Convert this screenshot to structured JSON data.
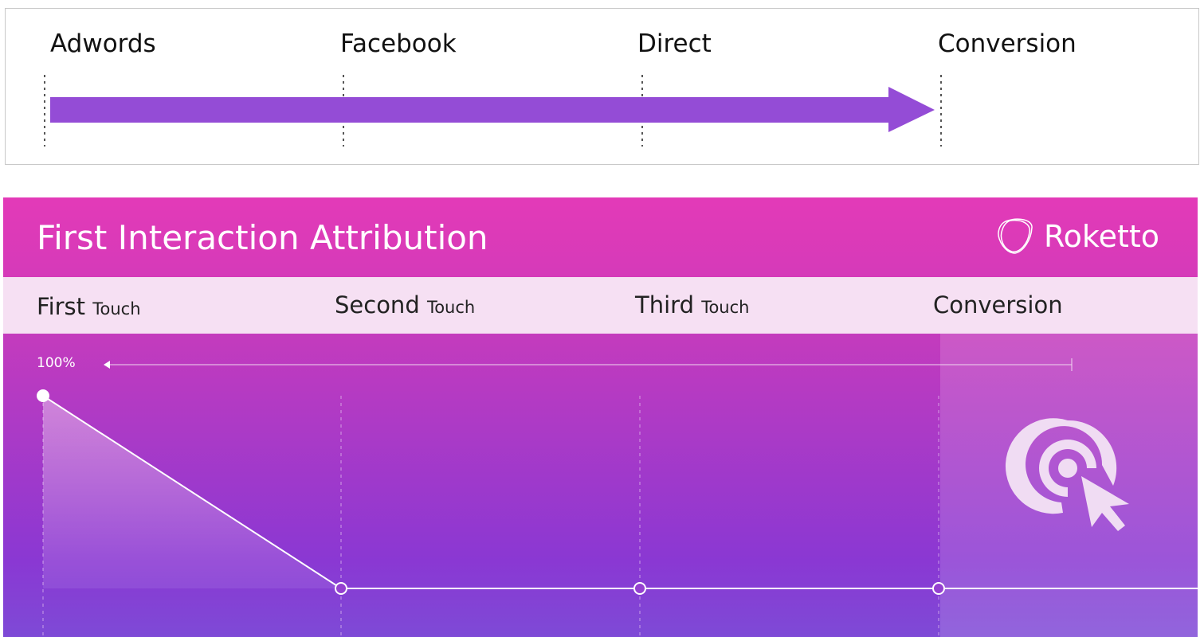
{
  "journey": {
    "channels": [
      "Adwords",
      "Facebook",
      "Direct",
      "Conversion"
    ],
    "arrow_color": "#944cd6"
  },
  "header": {
    "title": "First Interaction Attribution",
    "brand": "Roketto",
    "color": "#e03ab8"
  },
  "stages": [
    {
      "main": "First",
      "suffix": "Touch"
    },
    {
      "main": "Second",
      "suffix": "Touch"
    },
    {
      "main": "Third",
      "suffix": "Touch"
    },
    {
      "main": "Conversion",
      "suffix": ""
    }
  ],
  "chart_data": {
    "type": "line",
    "categories": [
      "First Touch",
      "Second Touch",
      "Third Touch",
      "Conversion"
    ],
    "values": [
      100,
      0,
      0,
      0
    ],
    "ylim": [
      0,
      100
    ],
    "max_label": "100%",
    "icon": "target-click-icon"
  }
}
